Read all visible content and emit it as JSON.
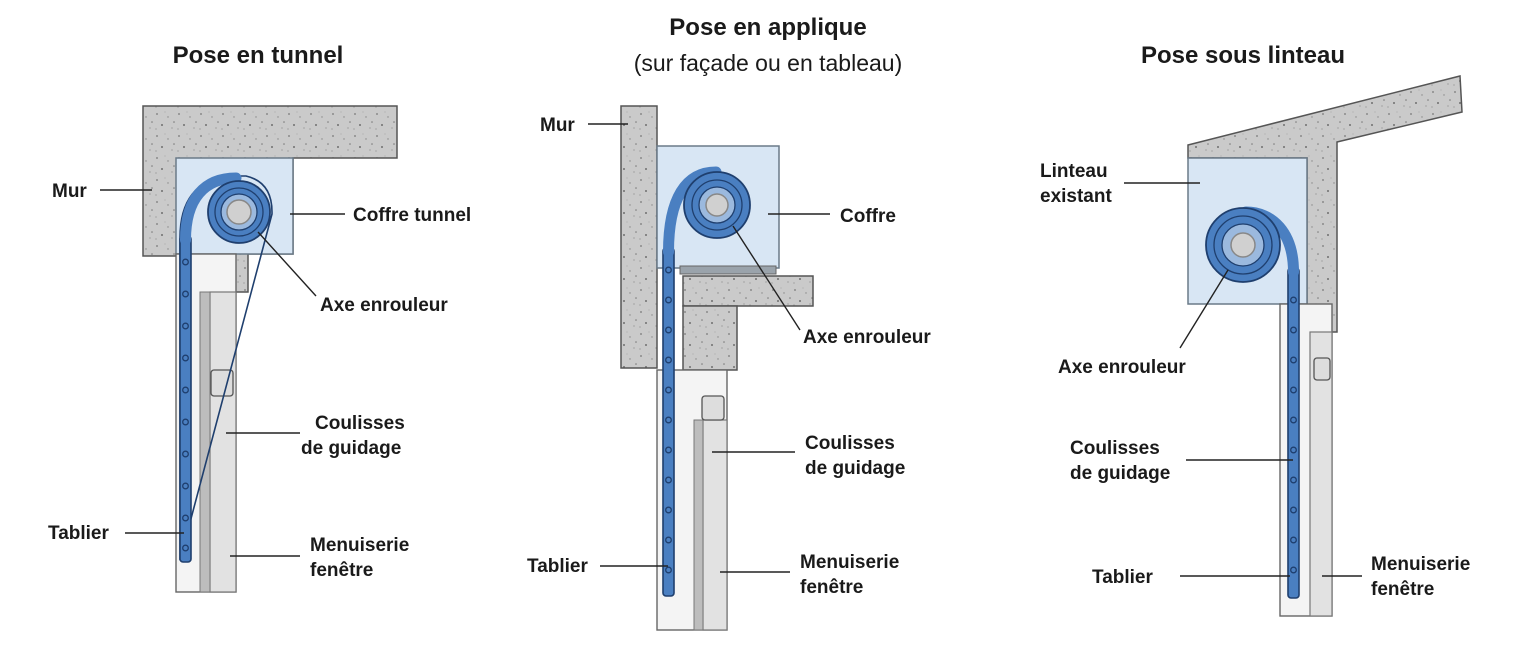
{
  "colors": {
    "apron": "#4a7fc1",
    "apron_dark": "#1f3f6e",
    "box": "#d8e6f4",
    "concrete": "#c8c8c8",
    "frame": "#f4f4f4"
  },
  "panels": [
    {
      "title": "Pose en tunnel",
      "subtitle": "",
      "labels": {
        "mur": "Mur",
        "coffre": "Coffre tunnel",
        "axe": "Axe enrouleur",
        "coulisses_1": "Coulisses",
        "coulisses_2": "de guidage",
        "tablier": "Tablier",
        "menuiserie_1": "Menuiserie",
        "menuiserie_2": "fenêtre"
      }
    },
    {
      "title": "Pose en applique",
      "subtitle": "(sur façade ou en tableau)",
      "labels": {
        "mur": "Mur",
        "coffre": "Coffre",
        "axe": "Axe enrouleur",
        "coulisses_1": "Coulisses",
        "coulisses_2": "de guidage",
        "tablier": "Tablier",
        "menuiserie_1": "Menuiserie",
        "menuiserie_2": "fenêtre"
      }
    },
    {
      "title": "Pose sous linteau",
      "subtitle": "",
      "labels": {
        "linteau_1": "Linteau",
        "linteau_2": "existant",
        "axe": "Axe enrouleur",
        "coulisses_1": "Coulisses",
        "coulisses_2": "de guidage",
        "tablier": "Tablier",
        "menuiserie_1": "Menuiserie",
        "menuiserie_2": "fenêtre"
      }
    }
  ]
}
